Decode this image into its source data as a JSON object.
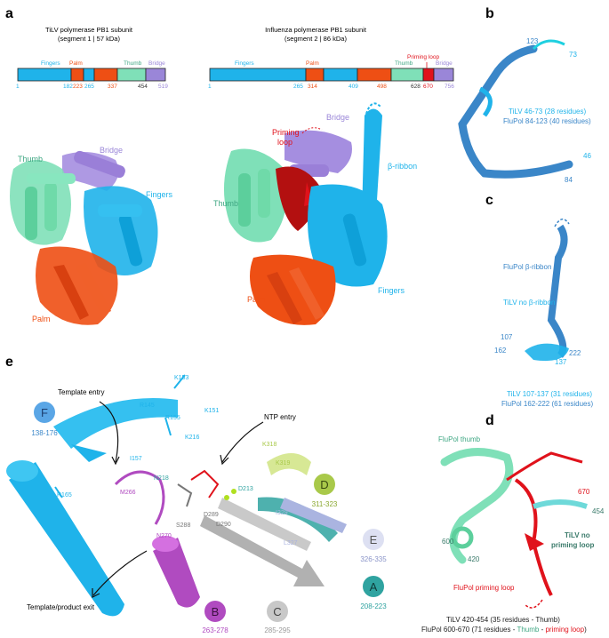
{
  "panels": {
    "a": "a",
    "b": "b",
    "c": "c",
    "d": "d",
    "e": "e"
  },
  "tilv_bar": {
    "title": "TiLV polymerase PB1 subunit",
    "subtitle": "(segment 1 | 57 kDa)",
    "domain_labels": {
      "fingers": "Fingers",
      "palm": "Palm",
      "thumb": "Thumb",
      "bridge": "Bridge"
    },
    "ticks": [
      "1",
      "182",
      "223",
      "265",
      "337",
      "454",
      "519"
    ]
  },
  "flu_bar": {
    "title": "Influenza polymerase PB1 subunit",
    "subtitle": "(segment 2 | 86 kDa)",
    "domain_labels": {
      "fingers": "Fingers",
      "palm": "Palm",
      "thumb": "Thumb",
      "bridge": "Bridge",
      "priming": "Priming loop"
    },
    "ticks": [
      "1",
      "265",
      "314",
      "409",
      "498",
      "628",
      "670",
      "756"
    ]
  },
  "structure_labels_a": {
    "tilv_thumb": "Thumb",
    "tilv_bridge": "Bridge",
    "tilv_fingers": "Fingers",
    "tilv_palm": "Palm",
    "flu_priming": "Priming",
    "flu_priming2": "loop",
    "flu_bridge": "Bridge",
    "flu_bribbon": "β-ribbon",
    "flu_thumb": "Thumb",
    "flu_fingers": "Fingers",
    "flu_palm": "Palm"
  },
  "panel_b": {
    "r123": "123",
    "r73": "73",
    "r46": "46",
    "r84": "84",
    "tilv": "TiLV 46-73 (28 residues)",
    "flu": "FluPol 84-123 (40 residues)"
  },
  "panel_c": {
    "flu_label": "FluPol β-ribbon",
    "tilv_label": "TiLV no β-ribbon",
    "r107": "107",
    "r162": "162",
    "r222": "222",
    "r137": "137",
    "tilv": "TiLV 107-137 (31 residues)",
    "flu": "FluPol 162-222 (61 residues)"
  },
  "panel_d": {
    "flu_thumb": "FluPol thumb",
    "r670": "670",
    "r454": "454",
    "r600": "600",
    "r420": "420",
    "tilv_no": "TiLV no",
    "priming_loop": "priming loop",
    "flu_priming": "FluPol priming loop",
    "caption1": "TiLV 420-454 (35 residues - Thumb)",
    "caption2a": "FluPol 600-670 (71 residues - ",
    "caption2b": "Thumb",
    "caption2c": " - ",
    "caption2d": "priming loop",
    "caption2e": ")"
  },
  "panel_e": {
    "template_entry": "Template entry",
    "ntp_entry": "NTP entry",
    "template_exit": "Template/product exit",
    "motifs": [
      {
        "letter": "F",
        "range": "138-176",
        "color": "#5aa6e6"
      },
      {
        "letter": "D",
        "range": "311-323",
        "color": "#a9c94a"
      },
      {
        "letter": "E",
        "range": "326-335",
        "color": "#aab4e0"
      },
      {
        "letter": "A",
        "range": "208-223",
        "color": "#2fa3a0"
      },
      {
        "letter": "B",
        "range": "263-278",
        "color": "#b04bc0"
      },
      {
        "letter": "C",
        "range": "285-295",
        "color": "#9a9a9a"
      }
    ],
    "residues": {
      "k153": "K153",
      "r145": "R145",
      "r155": "R155",
      "k151": "K151",
      "k216": "K216",
      "i157": "I157",
      "n218": "N218",
      "m266": "M266",
      "r165": "R165",
      "n270": "N270",
      "k318": "K318",
      "k319": "K319",
      "d213": "D213",
      "d289": "D289",
      "s288": "S288",
      "d290": "D290",
      "i329": "I329",
      "l327": "L327"
    }
  }
}
